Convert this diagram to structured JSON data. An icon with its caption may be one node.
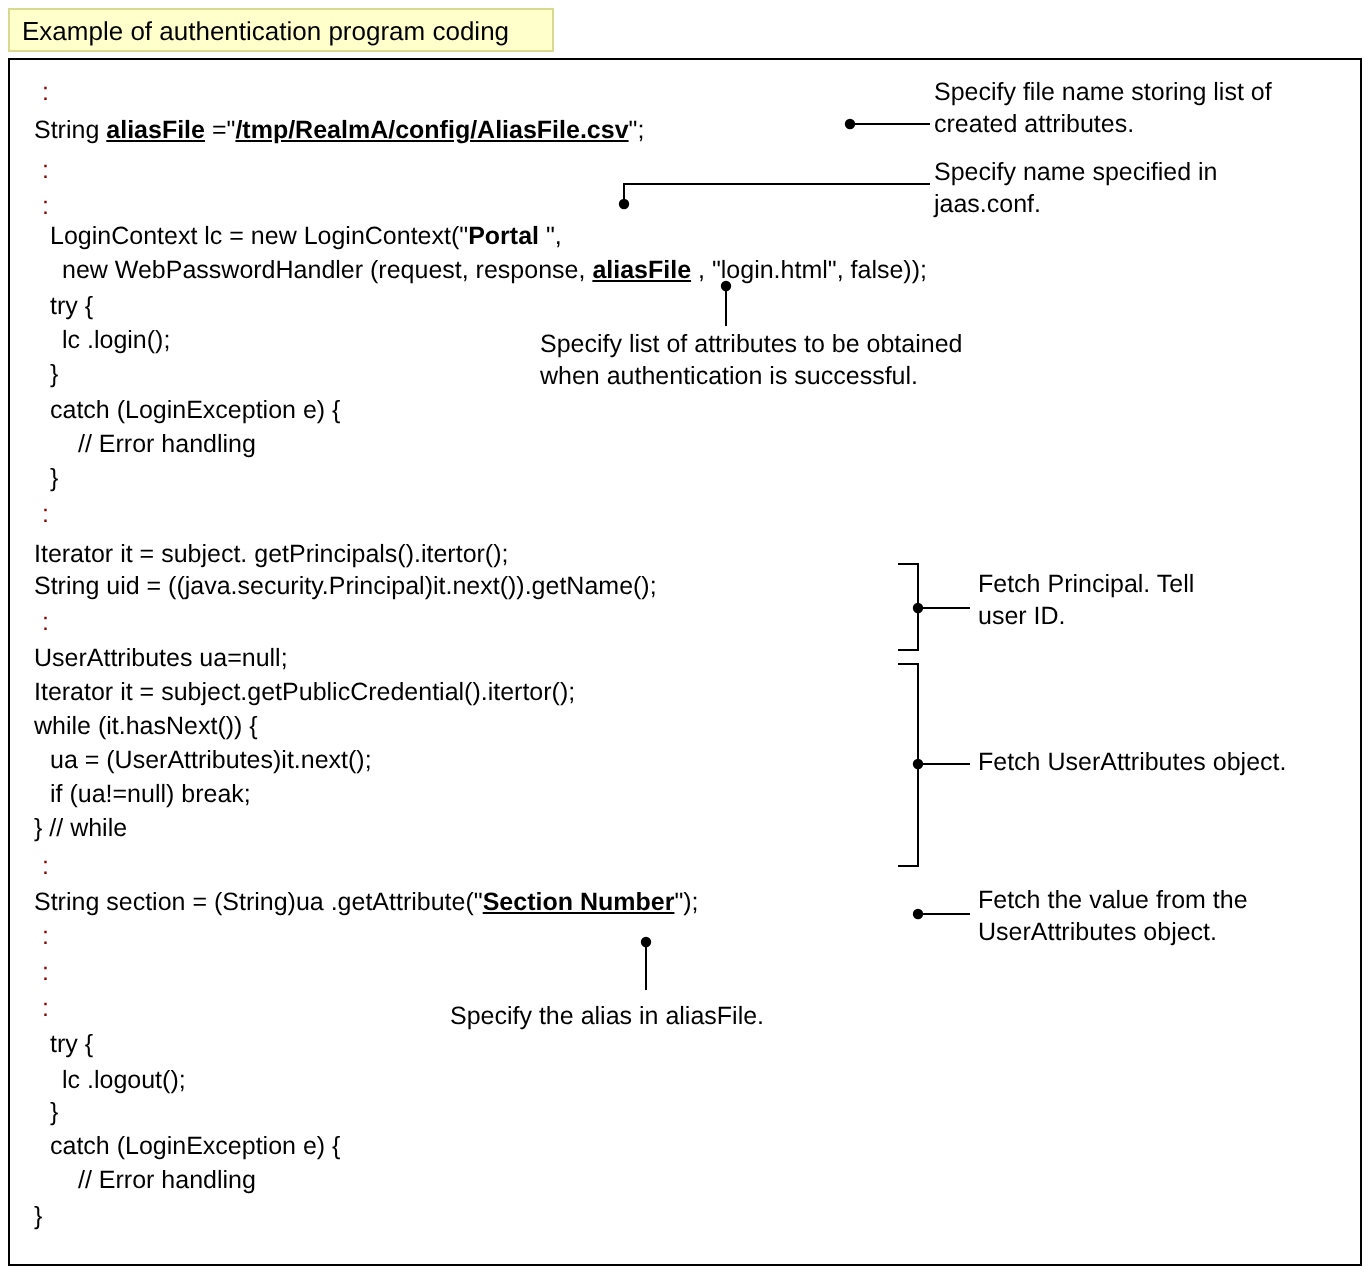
{
  "diagram": {
    "title": "Example of authentication program coding",
    "nodes": [
      {
        "text": [
          ":",
          "String **aliasFile** =\"**/tmp/RealmA/config/AliasFile.csv**\";",
          ":",
          ":",
          "LoginContext lc = new LoginContext(\"**Portal** \",",
          "new WebPasswordHandler (request, response, **aliasFile** , \"login.html\", false));",
          "try {",
          "lc .login();",
          "}",
          "catch (LoginException e) {",
          "// Error handling",
          "}",
          ":",
          "Iterator it = subject. getPrincipals().itertor();",
          "String uid = ((java.security.Principal)it.next()).getName();",
          ":",
          "UserAttributes ua=null;",
          "Iterator it = subject.getPublicCredential().itertor();",
          "while (it.hasNext()) {",
          "ua = (UserAttributes)it.next();",
          "if (ua!=null) break;",
          "}  // while",
          ":",
          "String section = (String)ua .getAttribute(\"**Section Number**\");",
          ":",
          ":",
          ":",
          "try {",
          "lc .logout();",
          "}",
          "catch (LoginException e) {",
          "// Error handling",
          "}"
        ]
      },
      {
        "text": [
          "Specify file name storing list of created attributes."
        ],
        "in": 0
      },
      {
        "text": [
          "Specify name specified in jaas.conf."
        ],
        "in": 0
      },
      {
        "text": [
          "Specify list of attributes to be obtained when authentication is successful."
        ],
        "in": 0
      },
      {
        "text": [
          "Fetch Principal. Tell user ID."
        ],
        "in": 0
      },
      {
        "text": [
          "Fetch UserAttributes object."
        ],
        "in": 0
      },
      {
        "text": [
          "Fetch the value from the UserAttributes object."
        ],
        "in": 0
      },
      {
        "text": [
          "Specify the alias in aliasFile."
        ],
        "in": 0
      }
    ],
    "edges": [
      {
        "from": 1,
        "to": null,
        "arrow": "other"
      },
      {
        "from": 2,
        "to": null,
        "arrow": "other"
      },
      {
        "from": 3,
        "to": null,
        "arrow": "other"
      },
      {
        "from": 4,
        "to": null,
        "arrow": "other"
      },
      {
        "from": 5,
        "to": null,
        "arrow": "other"
      },
      {
        "from": 6,
        "to": null,
        "arrow": "other"
      },
      {
        "from": 7,
        "to": null,
        "arrow": "other"
      }
    ]
  }
}
